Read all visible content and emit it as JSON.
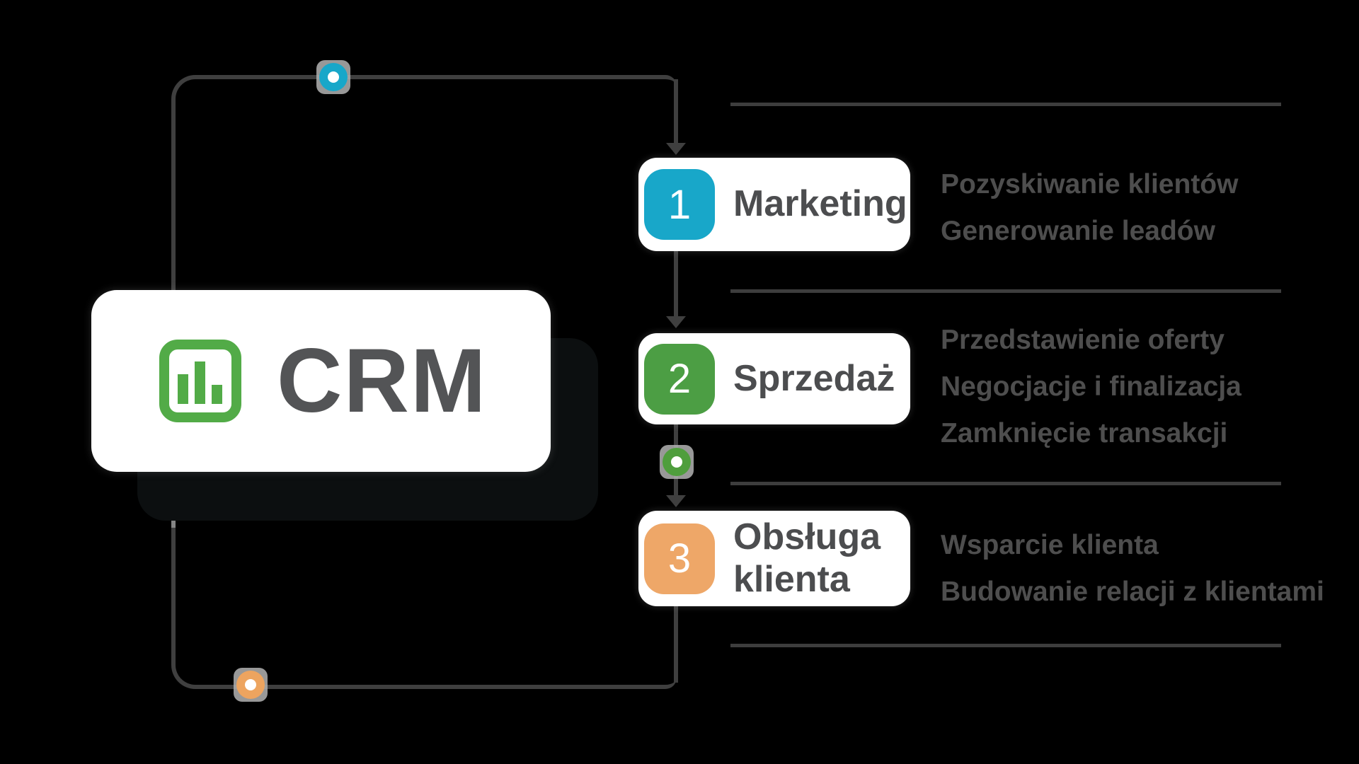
{
  "page": {
    "background_color": "#000000",
    "line_color": "#3f3f3f",
    "separator_color": "#3d3d3d",
    "dashed_arrow_color": "#858585"
  },
  "logo": {
    "label": "CRM",
    "icon": "bar-chart-icon",
    "icon_color": "#52ab47",
    "text_color": "#535456"
  },
  "steps": [
    {
      "number": "1",
      "label": "Marketing",
      "badge_color": "#18a7c9",
      "description_lines": {
        "0": "Pozyskiwanie klientów",
        "1": "Generowanie leadów"
      }
    },
    {
      "number": "2",
      "label": "Sprzedaż",
      "badge_color": "#4c9e44",
      "description_lines": {
        "0": "Przedstawienie oferty",
        "1": "Negocjacje i finalizacja",
        "2": "Zamknięcie transakcji"
      }
    },
    {
      "number": "3",
      "label": "Obsługa klienta",
      "badge_color": "#eea768",
      "description_lines": {
        "0": "Wsparcie klienta",
        "1": "Budowanie relacji z klientami"
      }
    }
  ],
  "connector_nodes": [
    {
      "name": "top-node",
      "color": "#18a7c9"
    },
    {
      "name": "middle-node",
      "color": "#4f9e3d"
    },
    {
      "name": "bottom-node",
      "color": "#eda45f"
    }
  ]
}
